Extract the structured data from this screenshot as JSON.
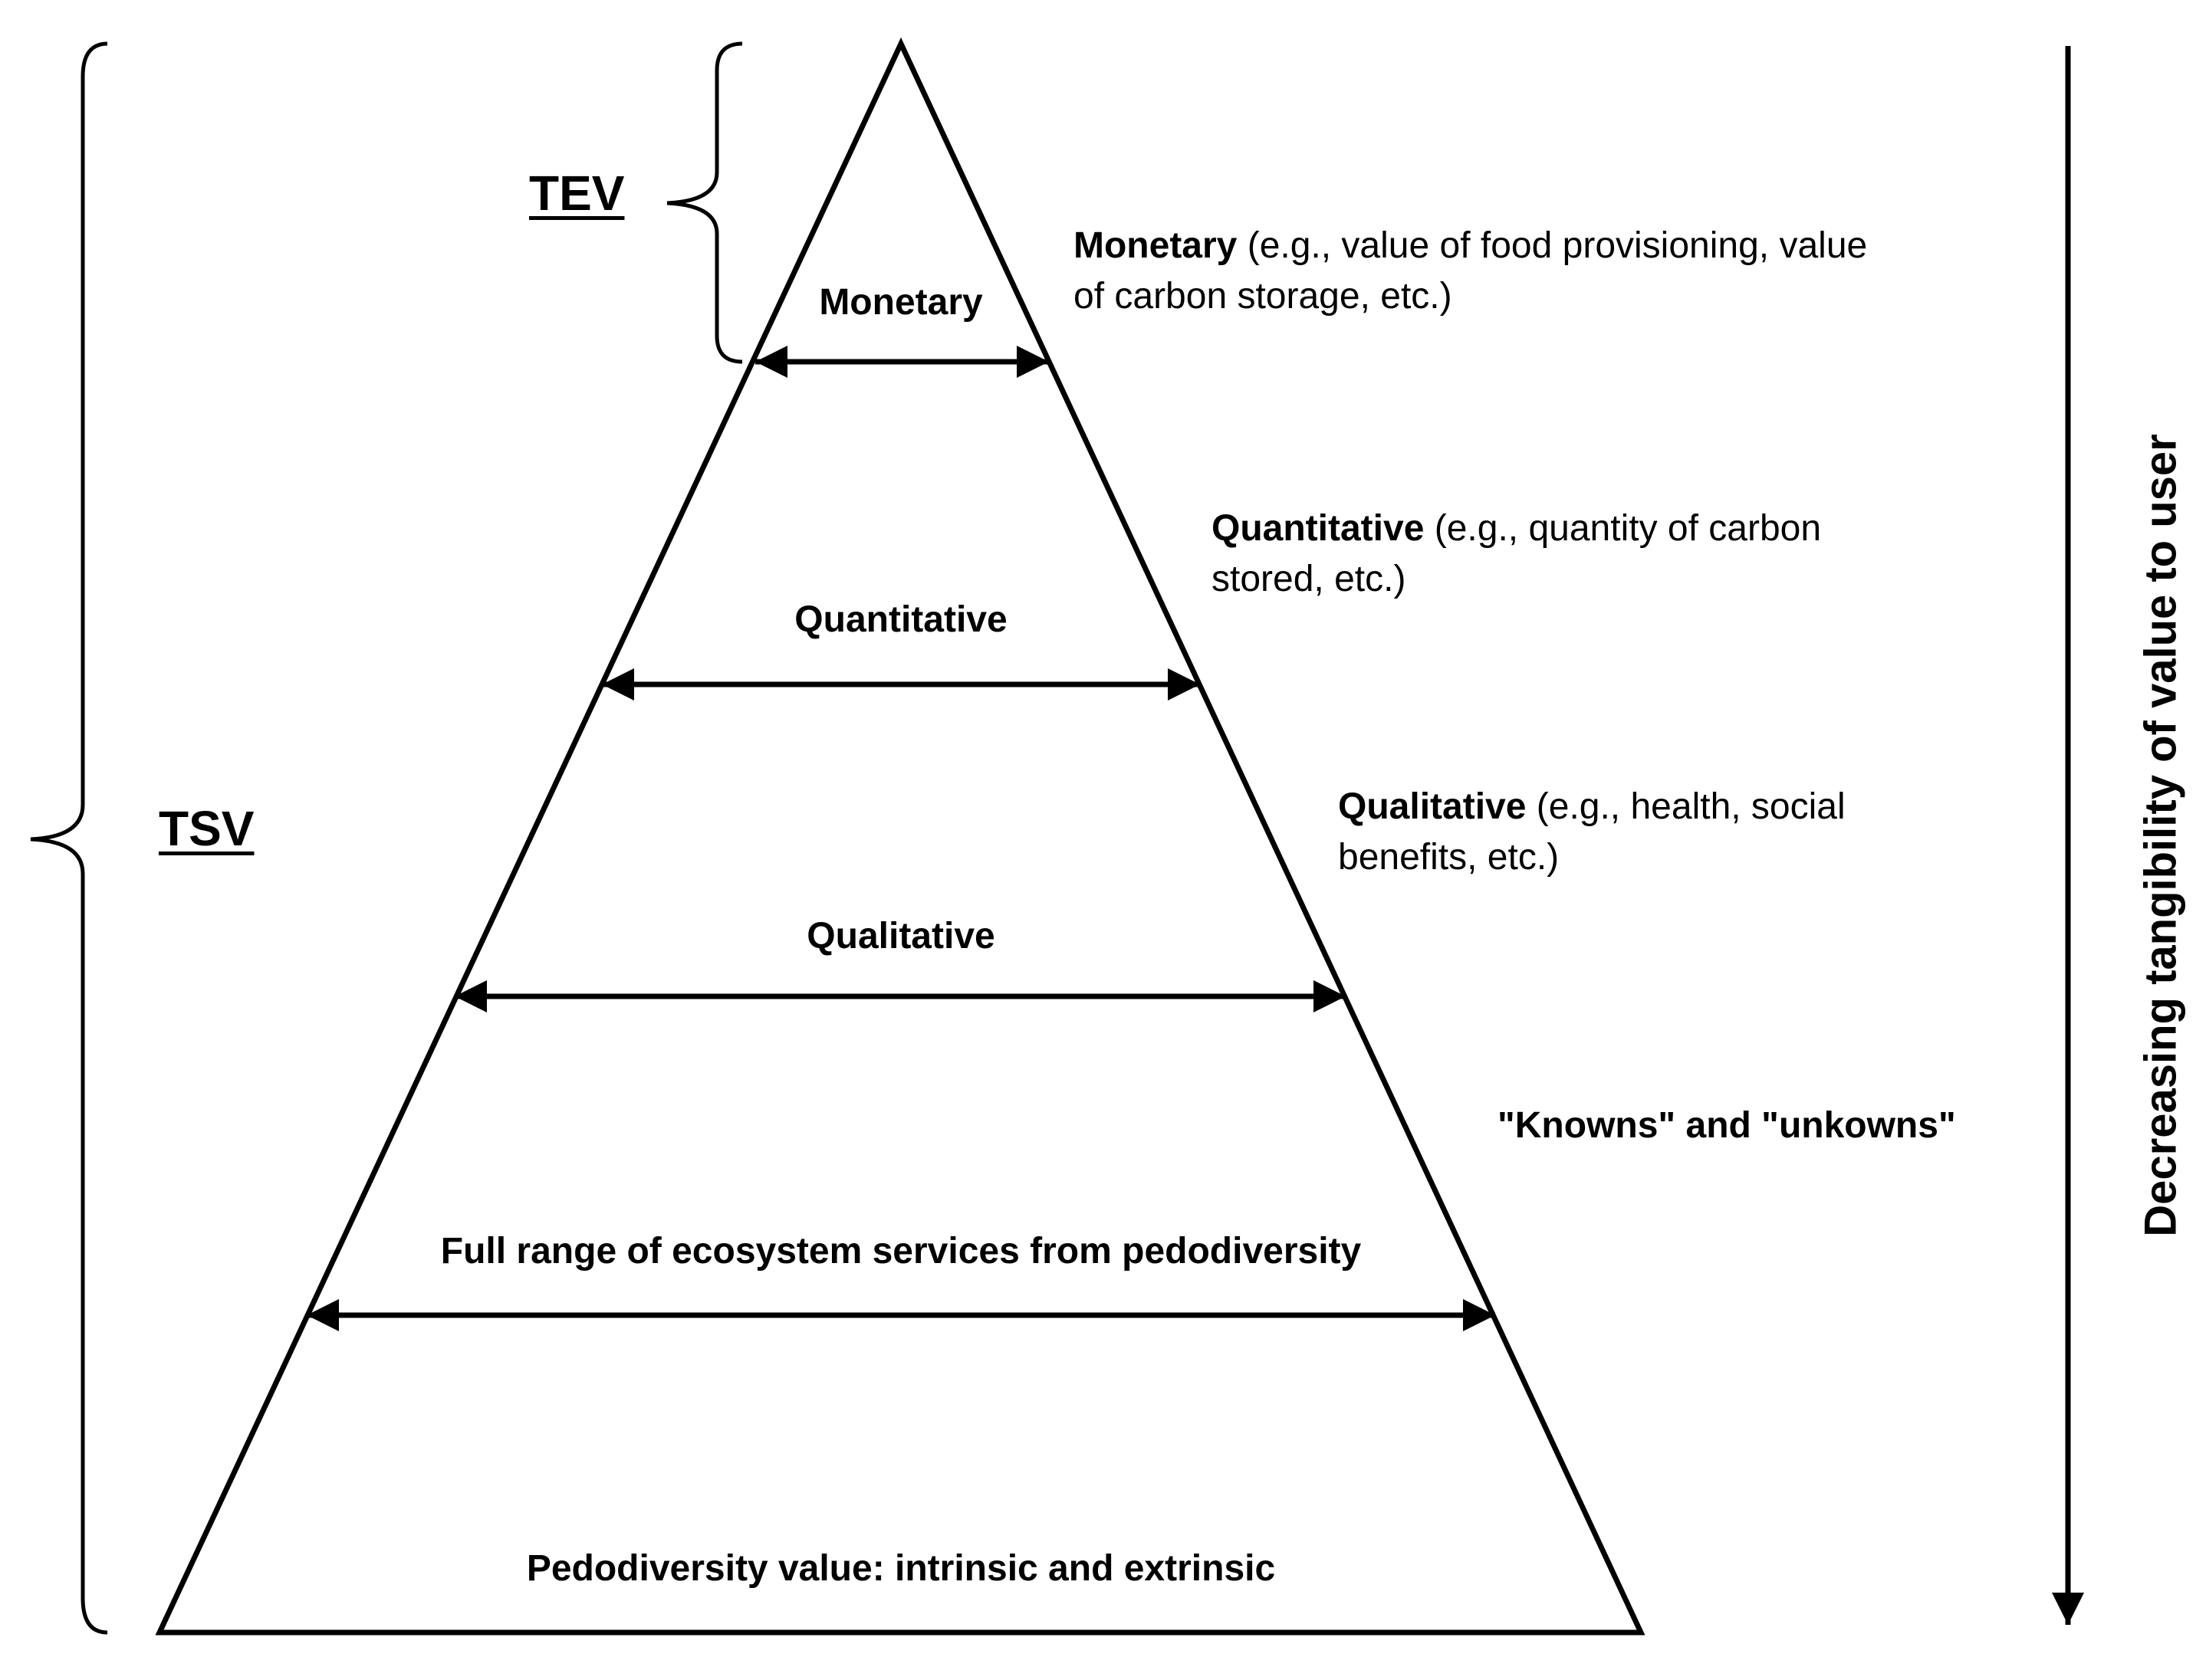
{
  "brackets": {
    "tev_label": "TEV",
    "tsv_label": "TSV"
  },
  "layers": [
    {
      "id": "monetary",
      "label": "Monetary"
    },
    {
      "id": "quantitative",
      "label": "Quantitative"
    },
    {
      "id": "qualitative",
      "label": "Qualitative"
    },
    {
      "id": "full-range",
      "label": "Full range of ecosystem services from pedodiversity"
    },
    {
      "id": "base",
      "label": "Pedodiversity value: intrinsic and extrinsic"
    }
  ],
  "descriptions": [
    {
      "id": "monetary",
      "term": "Monetary",
      "detail": " (e.g., value of food provisioning, value of carbon storage, etc.)"
    },
    {
      "id": "quantitative",
      "term": "Quantitative",
      "detail": " (e.g., quantity of carbon stored, etc.)"
    },
    {
      "id": "qualitative",
      "term": "Qualitative",
      "detail": " (e.g., health, social benefits, etc.)"
    },
    {
      "id": "knowns",
      "term": "\"Knowns\" and \"unkowns\"",
      "detail": ""
    }
  ],
  "axis": {
    "label": "Decreasing tangibility of value to user"
  },
  "colors": {
    "ink": "#000000",
    "background": "#ffffff"
  }
}
